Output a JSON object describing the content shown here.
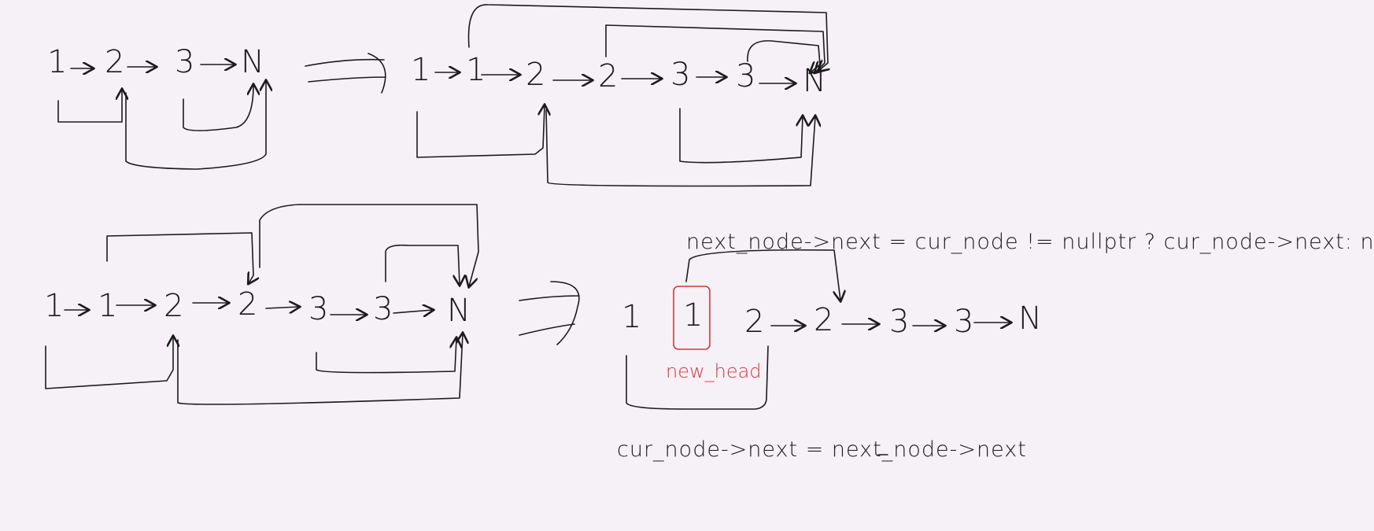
{
  "diagram": {
    "list1": [
      "1",
      "2",
      "3",
      "N"
    ],
    "list2": [
      "1",
      "1",
      "2",
      "2",
      "3",
      "3",
      "N"
    ],
    "list3": [
      "1",
      "1",
      "2",
      "2",
      "3",
      "3",
      "N"
    ],
    "list4": [
      "1",
      "1",
      "2",
      "2",
      "3",
      "3",
      "N"
    ],
    "new_head_label": "new_head",
    "formula_top": "next_node->next = cur_node != nullptr ? cur_node->next: nullptr",
    "formula_bottom": "cur_node->next = next_node->next"
  }
}
